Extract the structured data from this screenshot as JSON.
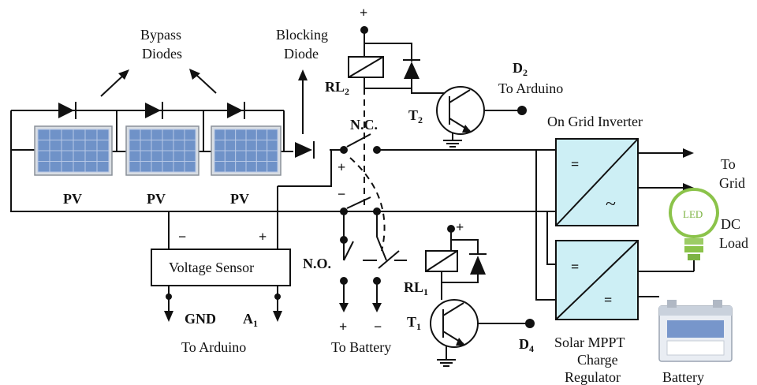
{
  "labels": {
    "bypass_diodes": [
      "Bypass",
      "Diodes"
    ],
    "blocking_diode": [
      "Blocking",
      "Diode"
    ],
    "pv": [
      "PV",
      "PV",
      "PV"
    ],
    "voltage_sensor": "Voltage Sensor",
    "gnd": "GND",
    "a1": {
      "main": "A",
      "sub": "1"
    },
    "to_arduino_bottom": "To Arduino",
    "rl2": {
      "main": "RL",
      "sub": "2"
    },
    "t2": {
      "main": "T",
      "sub": "2"
    },
    "d2": {
      "main": "D",
      "sub": "2"
    },
    "to_arduino_top": "To Arduino",
    "nc": "N.C.",
    "no": "N.O.",
    "rl1": {
      "main": "RL",
      "sub": "1"
    },
    "t1": {
      "main": "T",
      "sub": "1"
    },
    "d4": {
      "main": "D",
      "sub": "4"
    },
    "to_battery": "To Battery",
    "plus": "+",
    "minus": "−",
    "on_grid_inverter": "On Grid Inverter",
    "to_grid": [
      "To",
      "Grid"
    ],
    "dc_load": [
      "DC",
      "Load"
    ],
    "led": "LED",
    "solar_mppt": [
      "Solar MPPT",
      "Charge",
      "Regulator"
    ],
    "battery": "Battery",
    "equals": "=",
    "ac_symbol": "~"
  }
}
